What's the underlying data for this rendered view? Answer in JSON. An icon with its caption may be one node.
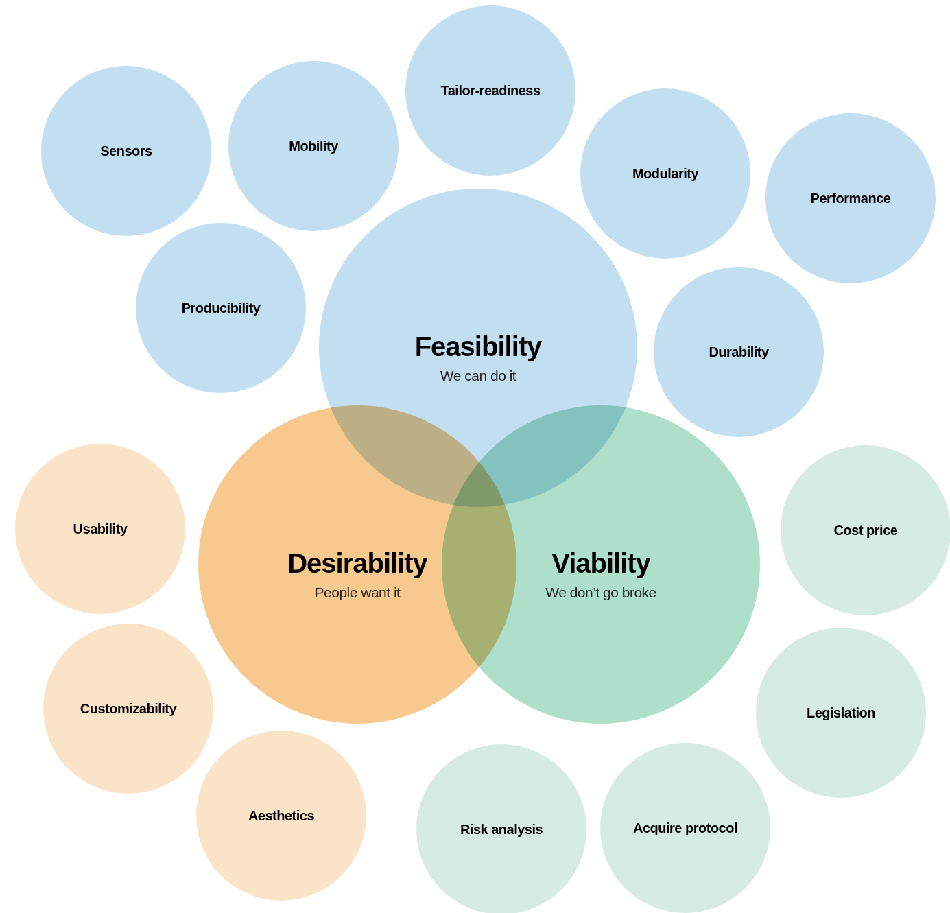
{
  "diagram": {
    "nodes": [
      {
        "text": [
          "Sensors"
        ]
      },
      {
        "text": [
          "Mobility"
        ]
      },
      {
        "text": [
          "Tailor-readiness"
        ]
      },
      {
        "text": [
          "Modularity"
        ]
      },
      {
        "text": [
          "Performance"
        ]
      },
      {
        "text": [
          "Producibility"
        ]
      },
      {
        "text": [
          "Feasibility",
          "We can do it"
        ]
      },
      {
        "text": [
          "Durability"
        ]
      },
      {
        "text": [
          "Usability"
        ]
      },
      {
        "text": [
          "Cost price"
        ]
      },
      {
        "text": [
          "Desirability",
          "People want it"
        ]
      },
      {
        "text": [
          "Viability",
          "We don’t go broke"
        ]
      },
      {
        "text": [
          "Customizability"
        ]
      },
      {
        "text": [
          "Legislation"
        ]
      },
      {
        "text": [
          "Aesthetics"
        ]
      },
      {
        "text": [
          "Risk analysis"
        ]
      },
      {
        "text": [
          "Acquire protocol"
        ]
      }
    ]
  }
}
